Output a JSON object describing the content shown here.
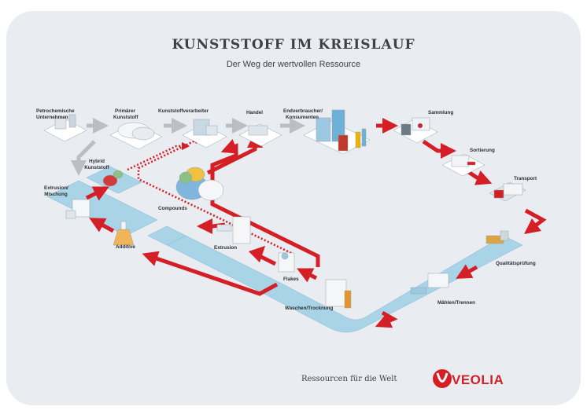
{
  "title": "KUNSTSTOFF IM KREISLAUF",
  "subtitle": "Der Weg der wertvollen Ressource",
  "footer": {
    "slogan": "Ressourcen für die Welt",
    "brand": "VEOLIA"
  },
  "colors": {
    "red": "#d51f26",
    "path": "#a9d3e6",
    "card": "#e9ecf0",
    "grey_arrow": "#b9bfc4"
  },
  "stations": {
    "petrochemie": "Petrochemische Unternehmen",
    "primaer": "Primärer Kunststoff",
    "verarbeiter": "Kunststoffverarbeiter",
    "handel": "Handel",
    "endverbraucher": "Endverbraucher/ Konsumenten",
    "sammlung": "Sammlung",
    "sortierung": "Sortierung",
    "transport": "Transport",
    "qualitaet": "Qualitätsprüfung",
    "maehlen": "Mählen/Trennen",
    "waschen": "Waschen/Trocknung",
    "flakes": "Flakes",
    "extrusion": "Extrusion",
    "compounds": "Compounds",
    "hybrid": "Hybrid Kunststoff",
    "mischung": "Extrusion/ Mischung",
    "additive": "Additive"
  }
}
